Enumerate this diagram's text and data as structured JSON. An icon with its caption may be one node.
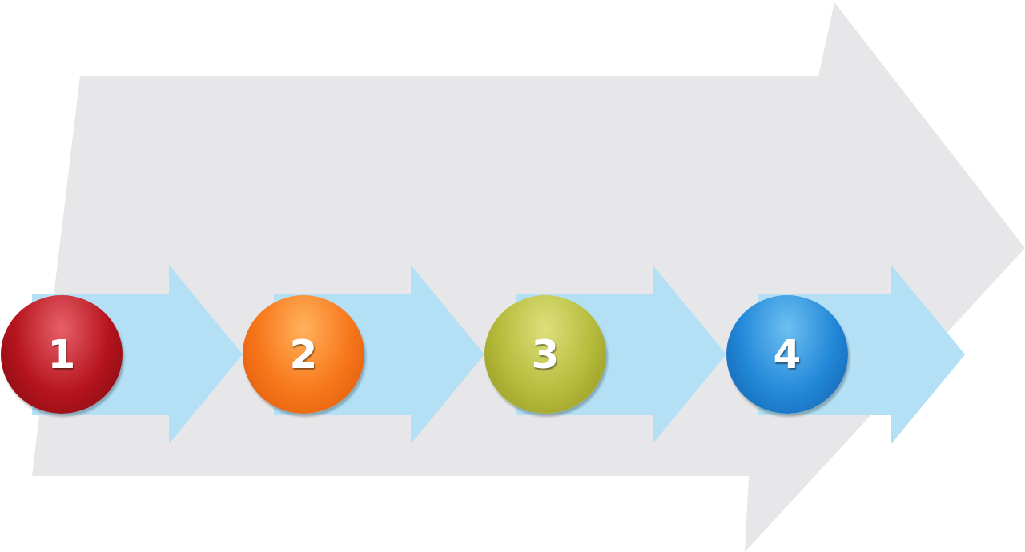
{
  "diagram": {
    "nodes": [
      {
        "text": [
          "1"
        ]
      },
      {
        "text": [
          "2"
        ]
      },
      {
        "text": [
          "3"
        ]
      },
      {
        "text": [
          "4"
        ]
      }
    ],
    "edges": [
      {
        "from": 0,
        "to": 1,
        "arrow": "to"
      },
      {
        "from": 1,
        "to": 2,
        "arrow": "to"
      },
      {
        "from": 2,
        "to": 3,
        "arrow": "to"
      },
      {
        "from": 3,
        "to": null,
        "arrow": "to"
      }
    ]
  }
}
